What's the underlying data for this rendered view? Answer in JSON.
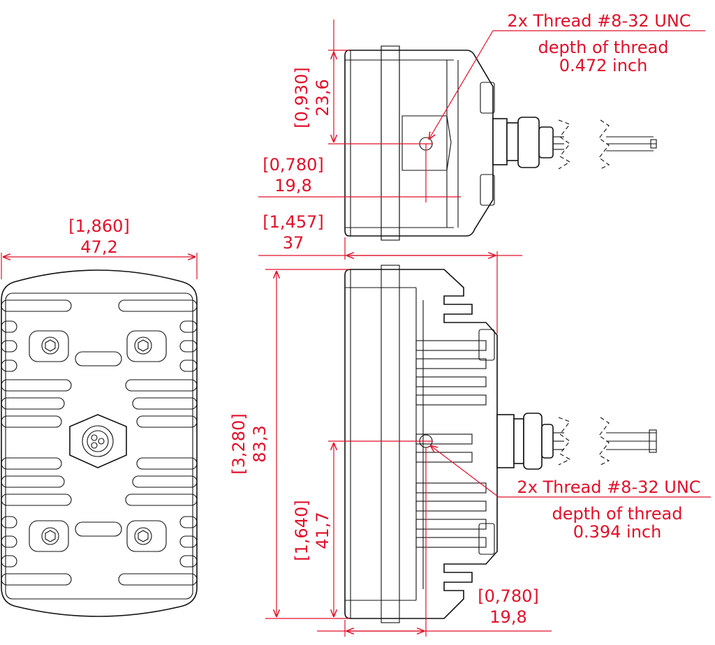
{
  "front_view": {
    "width_in": "[1,860]",
    "width_mm": "47,2"
  },
  "top_view": {
    "hole_height_in": "[0,930]",
    "hole_height_mm": "23,6",
    "hole_offset_in": "[0,780]",
    "hole_offset_mm": "19,8",
    "depth_in": "[1,457]",
    "depth_mm": "37",
    "note_line1": "2x Thread #8-32 UNC",
    "note_line2": "depth of thread",
    "note_line3": "0.472 inch"
  },
  "side_view": {
    "height_in": "[3,280]",
    "height_mm": "83,3",
    "hole_height_in": "[1,640]",
    "hole_height_mm": "41,7",
    "hole_offset_in": "[0,780]",
    "hole_offset_mm": "19,8",
    "note_line1": "2x Thread #8-32 UNC",
    "note_line2": "depth of thread",
    "note_line3": "0.394 inch"
  }
}
